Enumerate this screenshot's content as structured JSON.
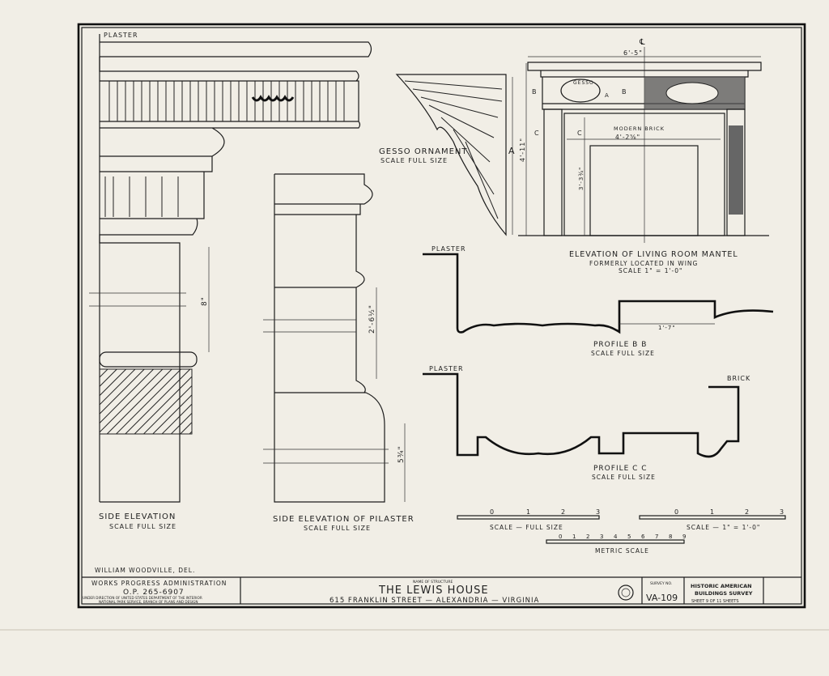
{
  "drawing": {
    "top_left_plaster": "PLASTER",
    "gesso_ornament": {
      "title": "GESSO ORNAMENT",
      "scale": "SCALE FULL SIZE",
      "mark": "A"
    },
    "mantel": {
      "centerline": "℄",
      "width": "6'-5\"",
      "height": "4'-11\"",
      "gesso": "GESSO",
      "section_b_left": "B",
      "section_b_right": "B",
      "section_a": "A",
      "section_c_left": "C",
      "section_c_right": "C",
      "modern_brick": "MODERN BRICK",
      "opening_width": "4'-2⅝\"",
      "opening_height": "3'-3¾\"",
      "title": "ELEVATION OF LIVING ROOM MANTEL",
      "subtitle": "FORMERLY LOCATED IN WING",
      "scale": "SCALE 1\" = 1'-0\""
    },
    "profile_bb": {
      "plaster": "PLASTER",
      "dimension": "1'-7\"",
      "title": "PROFILE B B",
      "scale": "SCALE FULL SIZE"
    },
    "profile_cc": {
      "plaster": "PLASTER",
      "brick": "BRICK",
      "title": "PROFILE C C",
      "scale": "SCALE FULL SIZE"
    },
    "side_elevation": {
      "dimension": "8\"",
      "title": "SIDE ELEVATION",
      "scale": "SCALE FULL SIZE"
    },
    "pilaster": {
      "dimension_upper": "2'-6½\"",
      "dimension_lower": "5¾\"",
      "title": "SIDE ELEVATION OF PILASTER",
      "scale": "SCALE FULL SIZE"
    },
    "scale_full": {
      "ticks": [
        "0",
        "1",
        "2",
        "3"
      ],
      "label": "SCALE — FULL SIZE"
    },
    "scale_inch": {
      "ticks": [
        "0",
        "1",
        "2",
        "3"
      ],
      "label": "SCALE — 1\" = 1'-0\""
    },
    "scale_metric": {
      "ticks": [
        "0",
        "1",
        "2",
        "3",
        "4",
        "5",
        "6",
        "7",
        "8",
        "9"
      ],
      "label": "METRIC SCALE"
    },
    "delineator": "WILLIAM WOODVILLE, DEL."
  },
  "title_block": {
    "agency": "WORKS PROGRESS ADMINISTRATION",
    "op_number": "O.P. 265-6907",
    "direction_1": "UNDER DIRECTION OF UNITED STATES DEPARTMENT OF THE INTERIOR",
    "direction_2": "NATIONAL PARK SERVICE, BRANCH OF PLANS AND DESIGN",
    "name_label": "NAME OF STRUCTURE",
    "structure": "THE LEWIS HOUSE",
    "address": "615 FRANKLIN  STREET — ALEXANDRIA — VIRGINIA",
    "survey_label": "SURVEY NO.",
    "survey_no": "VA-109",
    "org_1": "HISTORIC AMERICAN",
    "org_2": "BUILDINGS SURVEY",
    "sheet": "SHEET 9 OF 11 SHEETS"
  }
}
